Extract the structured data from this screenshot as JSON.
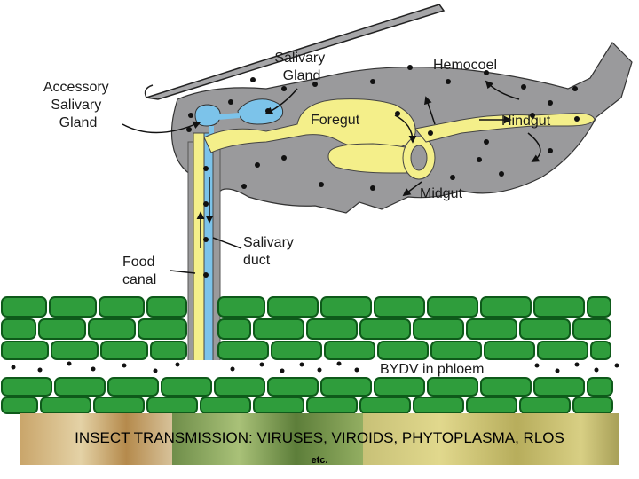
{
  "labels": {
    "accessory_salivary_gland": [
      "Accessory",
      "Salivary",
      "Gland"
    ],
    "salivary_gland": [
      "Salivary",
      "Gland"
    ],
    "hemocoel": "Hemocoel",
    "foregut": "Foregut",
    "hindgut": "Hindgut",
    "midgut": "Midgut",
    "salivary_duct": [
      "Salivary",
      "duct"
    ],
    "food_canal": [
      "Food",
      "canal"
    ],
    "bydv": "BYDV in phloem"
  },
  "caption": {
    "title": "INSECT TRANSMISSION: VIRUSES, VIROIDS, PHYTOPLASMA, RLOS",
    "subtitle": "etc."
  },
  "colors": {
    "body": "#9a9a9c",
    "gut": "#f4ef8a",
    "salivary": "#7cc3ea",
    "plant_cell": "#2f9d3c",
    "plant_border": "#0e5a1a"
  }
}
